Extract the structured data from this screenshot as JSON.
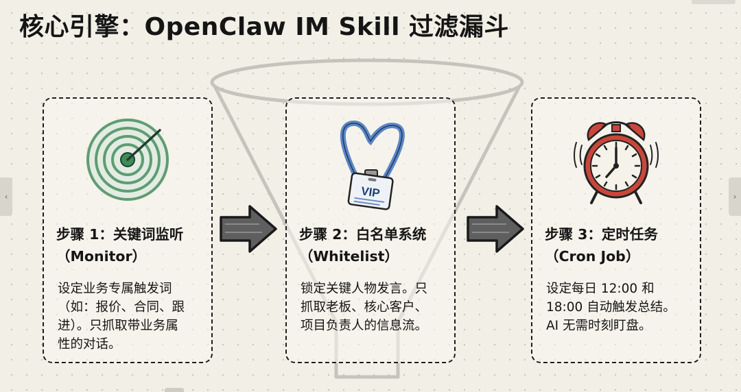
{
  "title": "核心引擎：OpenClaw IM Skill 过滤漏斗",
  "steps": [
    {
      "heading_line1": "步骤 1：关键词监听",
      "heading_line2": "（Monitor）",
      "body_lines": [
        "设定业务专属触发词",
        "（如：报价、合同、跟",
        "进）。只抓取带业务属",
        "性的对话。"
      ],
      "icon": "radar-icon"
    },
    {
      "heading_line1": "步骤 2：白名单系统",
      "heading_line2": "（Whitelist）",
      "body_lines": [
        "锁定关键人物发言。只",
        "抓取老板、核心客户、",
        "项目负责人的信息流。"
      ],
      "badge_text": "VIP",
      "icon": "vip-badge-icon"
    },
    {
      "heading_line1": "步骤 3：定时任务",
      "heading_line2": "（Cron Job）",
      "body_lines": [
        "设定每日 12:00 和",
        "18:00 自动触发总结。",
        "AI 无需时刻盯盘。"
      ],
      "icon": "alarm-clock-icon"
    }
  ],
  "nav": {
    "prev": "‹",
    "next": "›"
  },
  "colors": {
    "radar_green": "#5f9c72",
    "lanyard_blue": "#5c86c4",
    "clock_red": "#c9473a",
    "arrow_gray": "#5f5f5f",
    "funnel_gray": "#c6c3bc"
  }
}
